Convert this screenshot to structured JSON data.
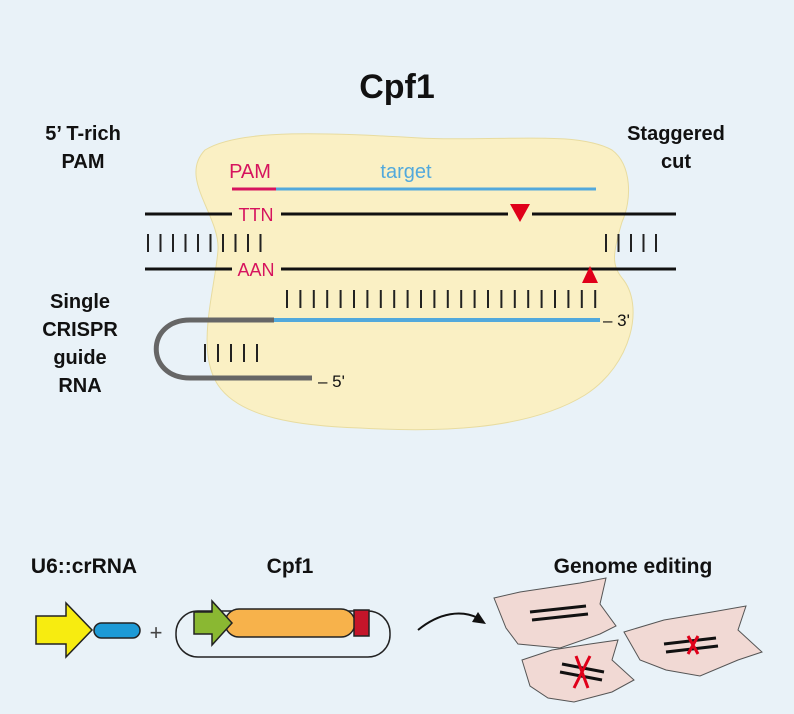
{
  "title": "Cpf1",
  "left_pam_label": [
    "5’ T-rich",
    "PAM"
  ],
  "right_cut_label": [
    "Staggered",
    "cut"
  ],
  "guide_label": [
    "Single",
    "CRISPR",
    "guide",
    "RNA"
  ],
  "strand_labels": {
    "pam": "PAM",
    "target": "target",
    "top_seq": "TTN",
    "bottom_seq": "AAN",
    "end_3": "– 3'",
    "end_5": "– 5'"
  },
  "bottom": {
    "crrna_label": "U6::crRNA",
    "plus": "+",
    "cpf1_label": "Cpf1",
    "genome_label": "Genome editing"
  },
  "colors": {
    "background": "#e9f2f8",
    "blob": "#faf0c4",
    "pam": "#d6135e",
    "target": "#52a9dc",
    "guide_gray": "#666666",
    "cut_marker": "#e0001a",
    "promoter_yellow": "#f7ec10",
    "crrna_blue": "#1d9ad6",
    "promoter_green": "#8ab832",
    "cpf1_orange": "#f7b24b",
    "terminator_red": "#c5152a",
    "cell_fill": "#f1d9d4"
  },
  "icons": {
    "u6_promoter": "arrow-icon",
    "cpf1_promoter": "arrow-icon",
    "cut_marker": "triangle-icon",
    "edited_cell": "cell-icon",
    "mutation": "x-mark-icon"
  }
}
